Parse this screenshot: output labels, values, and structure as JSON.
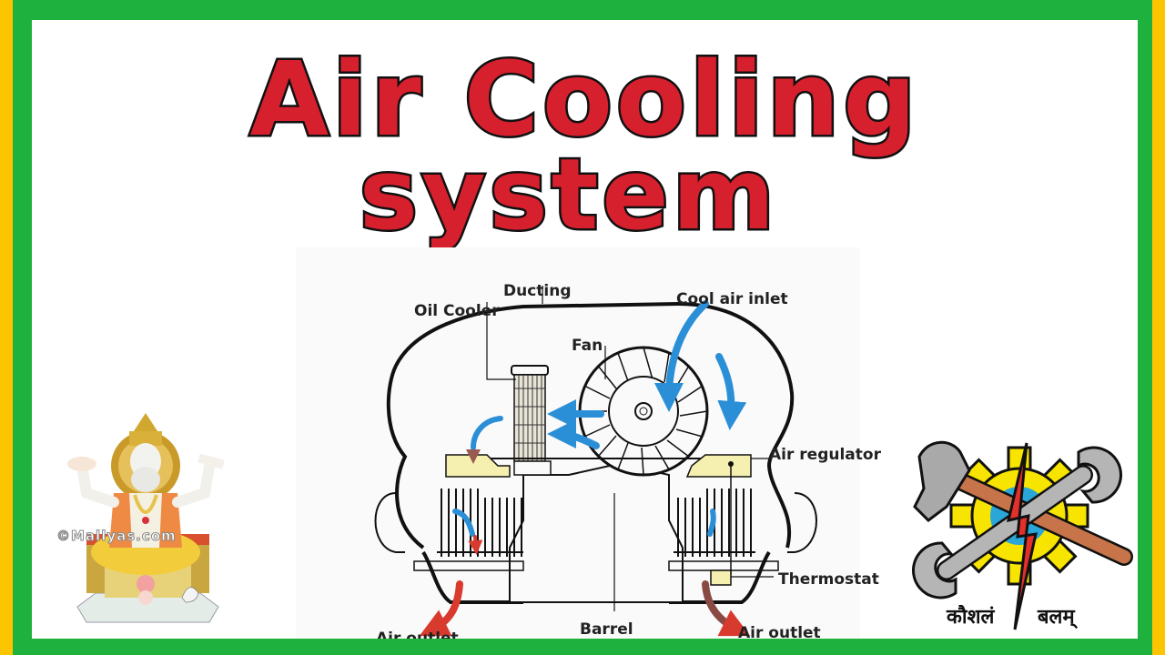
{
  "title": {
    "line1": "Air Cooling",
    "line2": "system",
    "color": "#d7202e",
    "outline_color": "#111111"
  },
  "frame": {
    "outer_color": "#fdc500",
    "inner_color": "#1fb13e",
    "background": "#ffffff"
  },
  "diagram": {
    "labels": {
      "ducting": "Ducting",
      "oil_cooler": "Oil Cooler",
      "fan": "Fan",
      "cool_air_inlet": "Cool air inlet",
      "air_regulator": "Air regulator",
      "thermostat": "Thermostat",
      "barrel": "Barrel",
      "air_outlet_left": "Air outlet",
      "air_outlet_right": "Air outlet"
    },
    "colors": {
      "cool_air": "#2b8fd8",
      "hot_air": "#d83a2e",
      "regulator_fill": "#f5f0b0",
      "outline": "#111111"
    }
  },
  "left_image": {
    "watermark": "©Mallyas.com",
    "subject": "deity-statue"
  },
  "right_logo": {
    "text_left": "कौशलं",
    "text_right": "बलम्",
    "colors": {
      "gear": "#f7e400",
      "bolt": "#e3302b",
      "hammer_handle": "#c8744a",
      "tools": "#a9a9a9",
      "center": "#2aa7d8"
    }
  }
}
